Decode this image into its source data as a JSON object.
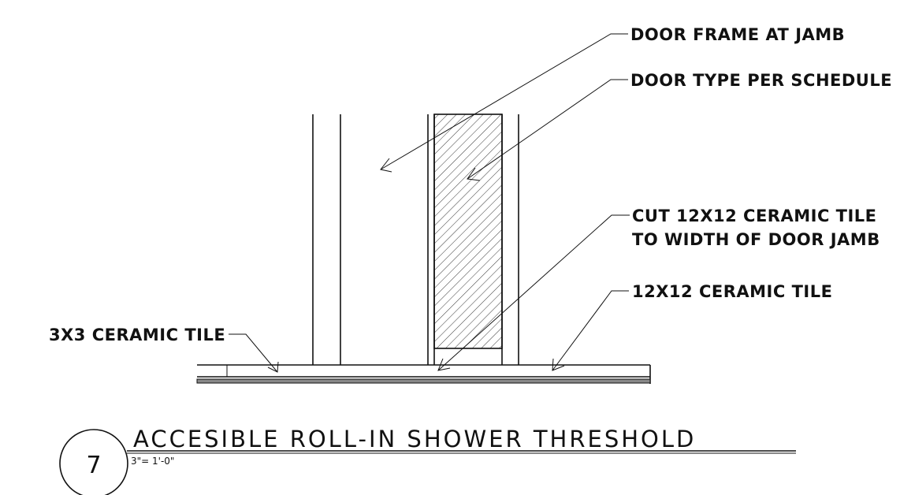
{
  "callouts": {
    "door_frame": "DOOR FRAME AT JAMB",
    "door_type": "DOOR TYPE PER SCHEDULE",
    "cut_tile_line1": "CUT 12X12 CERAMIC TILE",
    "cut_tile_line2": "TO WIDTH OF DOOR JAMB",
    "tile_12x12": "12X12 CERAMIC TILE",
    "tile_3x3": "3X3 CERAMIC TILE"
  },
  "detail": {
    "number": "7",
    "title": "ACCESIBLE ROLL-IN SHOWER THRESHOLD",
    "scale": "3\"= 1'-0\""
  },
  "colors": {
    "ink": "#111111",
    "background": "#ffffff"
  }
}
